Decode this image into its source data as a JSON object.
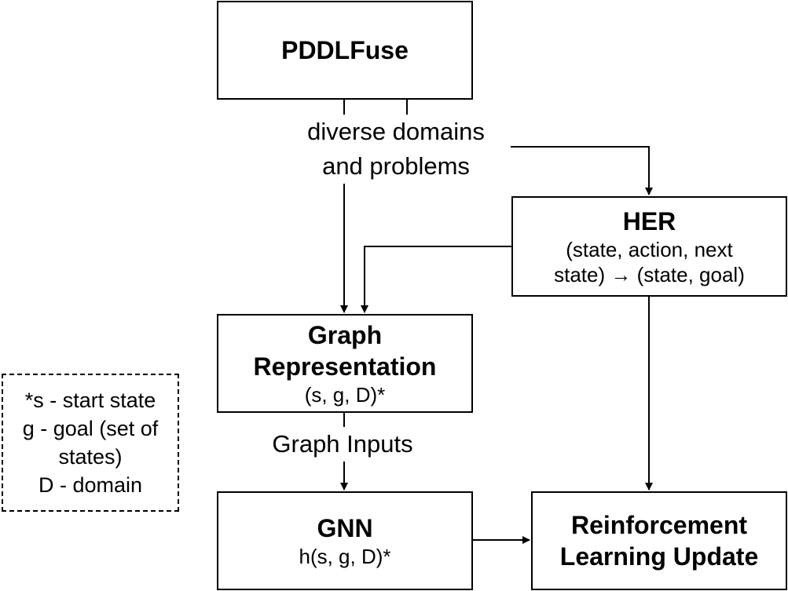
{
  "nodes": {
    "pddlfuse": {
      "title": "PDDLFuse"
    },
    "her": {
      "title": "HER",
      "line1": "(state, action, next",
      "line2": "state) → (state, goal)"
    },
    "graph": {
      "title1": "Graph",
      "title2": "Representation",
      "sub": "(s, g, D)*"
    },
    "gnn": {
      "title": "GNN",
      "sub": "h(s, g, D)*"
    },
    "rl": {
      "title1": "Reinforcement",
      "title2": "Learning Update"
    }
  },
  "edges": {
    "diverse_line1": "diverse domains",
    "diverse_line2": "and problems",
    "graph_inputs": "Graph Inputs"
  },
  "legend": {
    "line1": "*s - start state",
    "line2": "g - goal (set of",
    "line3": "states)",
    "line4": "D - domain"
  }
}
